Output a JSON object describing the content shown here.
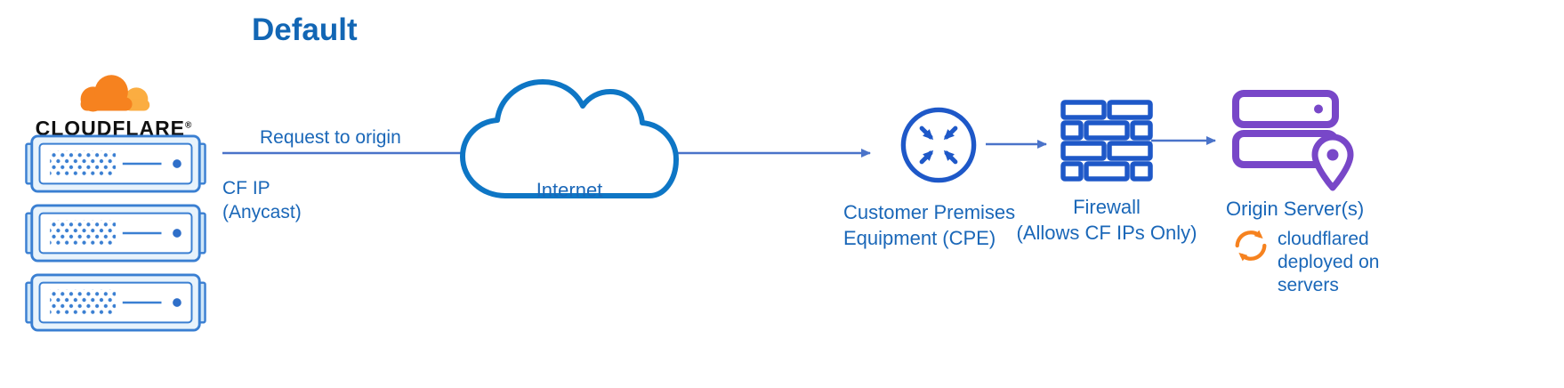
{
  "title": "Default",
  "colors": {
    "primary_blue": "#1a67b8",
    "line_blue": "#4a73c9",
    "icon_blue": "#1e58c8",
    "cloud_blue": "#0e76c5",
    "server_blue": "#3a7fd2",
    "cloudflare_orange": "#F6821F",
    "cloudflare_light_orange": "#FBAD41",
    "origin_purple": "#7847C8"
  },
  "cloudflare": {
    "brand": "CLOUDFLARE",
    "registered_mark": "®"
  },
  "request": {
    "label": "Request to origin",
    "ip_line1": "CF IP",
    "ip_line2": "(Anycast)"
  },
  "internet": {
    "label": "Internet"
  },
  "cpe": {
    "label_line1": "Customer Premises",
    "label_line2": "Equipment (CPE)"
  },
  "firewall": {
    "label_line1": "Firewall",
    "label_line2": "(Allows CF IPs Only)"
  },
  "origin": {
    "label": "Origin Server(s)"
  },
  "cloudflared": {
    "label_line1": "cloudflared",
    "label_line2": "deployed on",
    "label_line3": "servers"
  }
}
